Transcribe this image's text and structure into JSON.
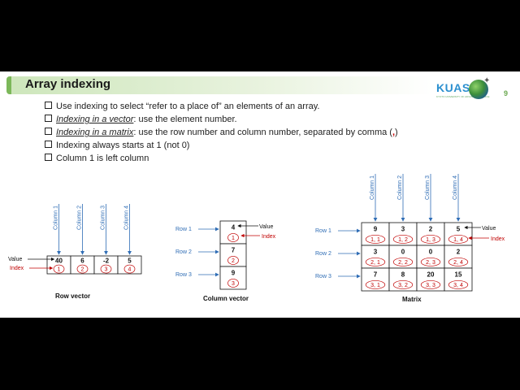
{
  "title": "Array indexing",
  "logo": {
    "text": "KUAS",
    "subtitle": "KYOTO UNIVERSITY OF ADVANCED SCIENCE"
  },
  "page_number": "9",
  "bullets": [
    {
      "plain": "Use indexing to select “refer to a place of” an elements of an array."
    },
    {
      "emph": "Indexing in a vector",
      "rest": ": use the element number."
    },
    {
      "emph": "Indexing in a matrix",
      "rest": ": use the row number and column number, separated by comma (",
      "red": ",",
      "end": ")"
    },
    {
      "plain": "Indexing always starts at 1 (not 0)"
    },
    {
      "plain": "Column 1 is left column"
    }
  ],
  "row_vector": {
    "caption": "Row vector",
    "value_label": "Value",
    "index_label": "Index",
    "columns": [
      "Column 1",
      "Column 2",
      "Column 3",
      "Column 4"
    ],
    "values": [
      "40",
      "6",
      "-2",
      "5"
    ],
    "indices": [
      "1",
      "2",
      "3",
      "4"
    ]
  },
  "column_vector": {
    "caption": "Column vector",
    "value_label": "Value",
    "index_label": "Index",
    "rows": [
      "Row 1",
      "Row 2",
      "Row 3"
    ],
    "values": [
      "4",
      "7",
      "9"
    ],
    "indices": [
      "1",
      "2",
      "3"
    ]
  },
  "matrix": {
    "caption": "Matrix",
    "value_label": "Value",
    "index_label": "Index",
    "columns": [
      "Column 1",
      "Column 2",
      "Column 3",
      "Column 4"
    ],
    "rows": [
      "Row 1",
      "Row 2",
      "Row 3"
    ],
    "values": [
      [
        "9",
        "3",
        "2",
        "5"
      ],
      [
        "3",
        "0",
        "0",
        "2"
      ],
      [
        "7",
        "8",
        "20",
        "15"
      ]
    ],
    "indices": [
      [
        "1, 1",
        "1, 2",
        "1, 3",
        "1, 4"
      ],
      [
        "2, 1",
        "2, 2",
        "2, 3",
        "2, 4"
      ],
      [
        "3, 1",
        "3, 2",
        "3, 3",
        "3, 4"
      ]
    ]
  },
  "colors": {
    "label_blue": "#2f6db5",
    "index_red": "#c00000",
    "title_green": "#cde6bb"
  }
}
